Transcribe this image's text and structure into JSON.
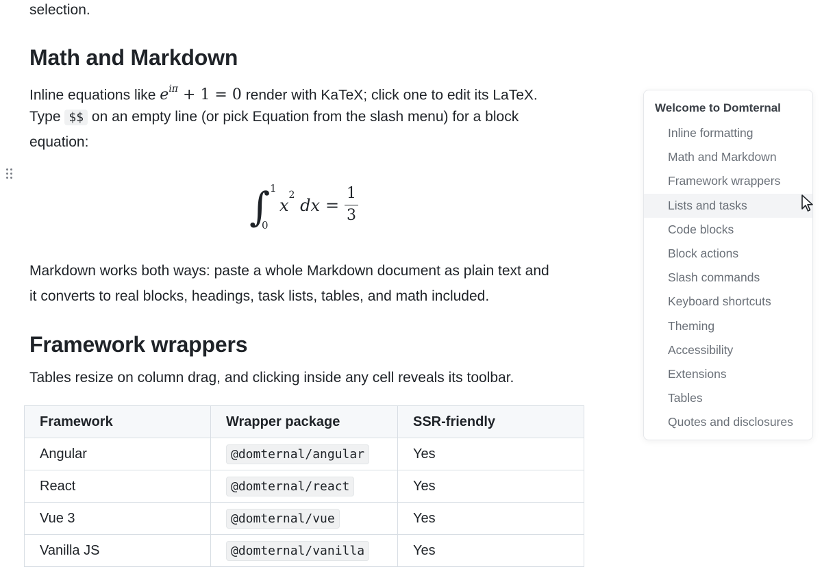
{
  "intro": {
    "tail": "selection."
  },
  "math_section": {
    "heading": "Math and Markdown",
    "p1_before": "Inline equations like ",
    "p1_after": " render with KaTeX; click one to edit its LaTeX.",
    "p1_line2_before": "Type ",
    "p1_code": "$$",
    "p1_line2_after": " on an empty line (or pick Equation from the slash menu) for a block",
    "p1_line3": "equation:",
    "p2_line1": "Markdown works both ways: paste a whole Markdown document as plain text and",
    "p2_line2": "it converts to real blocks, headings, task lists, tables, and math included."
  },
  "inline_math": {
    "base": "e",
    "exp": "iπ",
    "rest": "+ 1 = 0"
  },
  "block_math": {
    "upper": "1",
    "lower": "0",
    "expr": "x",
    "power": "2",
    "dx": "dx",
    "equals": "=",
    "numerator": "1",
    "denominator": "3"
  },
  "framework_section": {
    "heading": "Framework wrappers",
    "p1": "Tables resize on column drag, and clicking inside any cell reveals its toolbar."
  },
  "table": {
    "headers": [
      "Framework",
      "Wrapper package",
      "SSR-friendly"
    ],
    "rows": [
      [
        "Angular",
        "@domternal/angular",
        "Yes"
      ],
      [
        "React",
        "@domternal/react",
        "Yes"
      ],
      [
        "Vue 3",
        "@domternal/vue",
        "Yes"
      ],
      [
        "Vanilla JS",
        "@domternal/vanilla",
        "Yes"
      ]
    ]
  },
  "toc": {
    "title": "Welcome to Domternal",
    "items": [
      "Inline formatting",
      "Math and Markdown",
      "Framework wrappers",
      "Lists and tasks",
      "Code blocks",
      "Block actions",
      "Slash commands",
      "Keyboard shortcuts",
      "Theming",
      "Accessibility",
      "Extensions",
      "Tables",
      "Quotes and disclosures"
    ],
    "hovered_item": "Lists and tasks"
  },
  "icons": {
    "drag_handle": "drag-handle-icon",
    "cursor": "mouse-pointer-icon"
  }
}
